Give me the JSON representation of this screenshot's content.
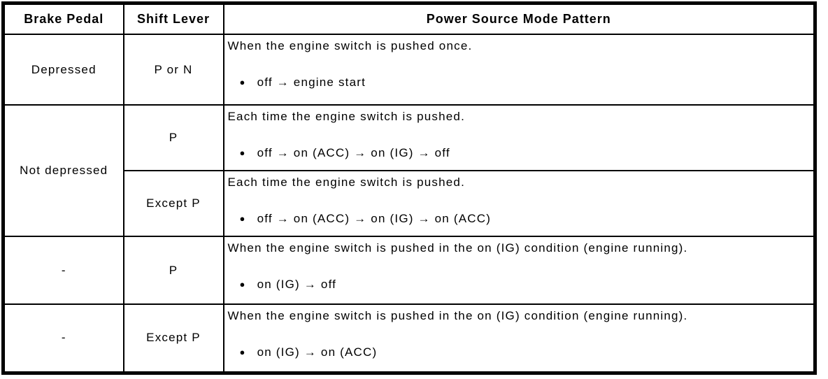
{
  "table": {
    "bullet_char": "●",
    "header": {
      "brake_pedal": "Brake Pedal",
      "shift_lever": "Shift Lever",
      "pattern": "Power Source Mode Pattern"
    },
    "rows": [
      {
        "brake_pedal": "Depressed",
        "shift_lever": "P or N",
        "description": "When the engine switch is pushed once.",
        "bullet": "off → engine start"
      },
      {
        "brake_pedal": "Not depressed",
        "shift_lever": "P",
        "description": "Each time the engine switch is pushed.",
        "bullet": "off → on (ACC) → on (IG) → off"
      },
      {
        "shift_lever": "Except P",
        "description": "Each time the engine switch is pushed.",
        "bullet": "off → on (ACC) → on (IG) → on (ACC)"
      },
      {
        "brake_pedal": "-",
        "shift_lever": "P",
        "description": "When the engine switch is pushed in the on (IG) condition (engine running).",
        "bullet": "on (IG) → off"
      },
      {
        "brake_pedal": "-",
        "shift_lever": "Except P",
        "description": "When the engine switch is pushed in the on (IG) condition (engine running).",
        "bullet": "on (IG) → on (ACC)"
      }
    ]
  },
  "colors": {
    "border": "#000000",
    "background": "#ffffff",
    "text": "#000000"
  }
}
